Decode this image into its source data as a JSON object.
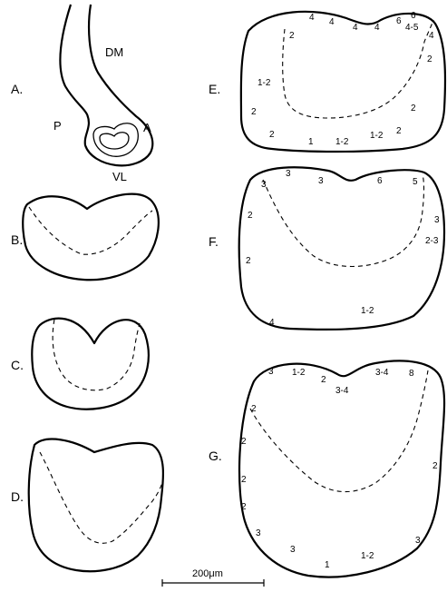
{
  "panels": {
    "a": {
      "label": "A.",
      "dm": "DM",
      "p": "P",
      "a": "A",
      "vl": "VL"
    },
    "b": {
      "label": "B."
    },
    "c": {
      "label": "C."
    },
    "d": {
      "label": "D."
    },
    "e": {
      "label": "E.",
      "values": [
        "4",
        "4",
        "4",
        "4",
        "6",
        "6",
        "4-5",
        "4",
        "2",
        "2",
        "2",
        "2",
        "1-2",
        "2",
        "2",
        "1",
        "1-2",
        "1-2"
      ]
    },
    "f": {
      "label": "F.",
      "values": [
        "3",
        "3",
        "3",
        "6",
        "5",
        "2",
        "2",
        "3",
        "2-3",
        "4",
        "1-2"
      ]
    },
    "g": {
      "label": "G.",
      "values": [
        "3",
        "1-2",
        "2",
        "3-4",
        "3-4",
        "8",
        "2",
        "2",
        "2",
        "2",
        "2",
        "3",
        "3",
        "3",
        "1",
        "1-2"
      ]
    }
  },
  "scale_bar": {
    "label": "200μm"
  }
}
